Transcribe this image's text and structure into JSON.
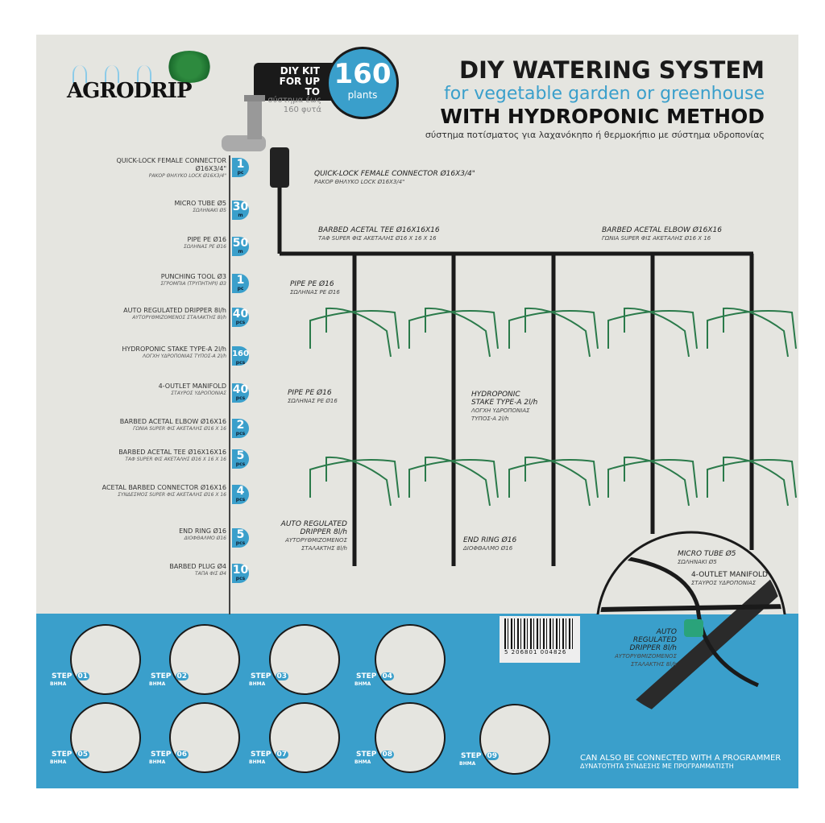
{
  "brand": "AGRODRIP",
  "kit": {
    "label": "DIY KIT FOR UP TO",
    "number": "160",
    "unit": "plants",
    "greek": "σύστημα έως 160 φυτά"
  },
  "title": {
    "line1": "DIY WATERING SYSTEM",
    "line2": "for vegetable garden or greenhouse",
    "line3": "WITH HYDROPONIC METHOD",
    "greek": "σύστημα ποτίσματος για λαχανόκηπο ή θερμοκήπιο με σύστημα υδροπονίας"
  },
  "items": [
    {
      "name": "QUICK-LOCK FEMALE CONNECTOR Ø16X3/4\"",
      "greek": "ΡΑΚΟΡ ΘΗΛΥΚΟ LOCK Ø16X3/4\"",
      "qty": "1",
      "unit": "pc"
    },
    {
      "name": "MICRO TUBE Ø5",
      "greek": "ΣΩΛΗΝΑΚΙ Ø5",
      "qty": "30",
      "unit": "m"
    },
    {
      "name": "PIPE PE Ø16",
      "greek": "ΣΩΛΗΝΑΣ PE Ø16",
      "qty": "50",
      "unit": "m"
    },
    {
      "name": "PUNCHING TOOL Ø3",
      "greek": "ΣΓΡΟΜΠΙΑ (ΤΡΥΠΗΤΗΡΙ) Ø3",
      "qty": "1",
      "unit": "pc"
    },
    {
      "name": "AUTO REGULATED DRIPPER 8l/h",
      "greek": "ΑΥΤΟΡΥΘΜΙΖΟΜΕΝΟΣ ΣΤΑΛΑΚΤΗΣ 8l/h",
      "qty": "40",
      "unit": "pcs"
    },
    {
      "name": "HYDROPONIC STAKE TYPE-A 2l/h",
      "greek": "ΛΟΓΧΗ ΥΔΡΟΠΟΝΙΑΣ ΤΥΠΟΣ-Α 2l/h",
      "qty": "160",
      "unit": "pcs"
    },
    {
      "name": "4-OUTLET MANIFOLD",
      "greek": "ΣΤΑΥΡΟΣ ΥΔΡΟΠΟΝΙΑΣ",
      "qty": "40",
      "unit": "pcs"
    },
    {
      "name": "BARBED ACETAL ELBOW Ø16X16",
      "greek": "ΓΩΝΙΑ SUPER ΦΙΣ ΑΚΕΤΑΛΗΣ Ø16 X 16",
      "qty": "2",
      "unit": "pcs"
    },
    {
      "name": "BARBED ACETAL TEE Ø16X16X16",
      "greek": "ΤΑΦ SUPER ΦΙΣ ΑΚΕΤΑΛΗΣ Ø16 X 16 X 16",
      "qty": "5",
      "unit": "pcs"
    },
    {
      "name": "ACETAL BARBED CONNECTOR Ø16X16",
      "greek": "ΣΥΝΔΕΣΜΟΣ SUPER ΦΙΣ ΑΚΕΤΑΛΗΣ Ø16 X 16",
      "qty": "4",
      "unit": "pcs"
    },
    {
      "name": "END RING Ø16",
      "greek": "ΔΙΟΦΘΑΛΜΟ Ø16",
      "qty": "5",
      "unit": "pcs"
    },
    {
      "name": "BARBED PLUG Ø4",
      "greek": "ΤΑΠΑ ΦΙΣ Ø4",
      "qty": "10",
      "unit": "pcs"
    }
  ],
  "diagram": {
    "connector": {
      "name": "QUICK-LOCK FEMALE CONNECTOR Ø16X3/4\"",
      "greek": "ΡΑΚΟΡ ΘΗΛΥΚΟ LOCK Ø16X3/4\""
    },
    "tee": {
      "name": "BARBED ACETAL TEE Ø16X16X16",
      "greek": "ΤΑΦ SUPER ΦΙΣ ΑΚΕΤΑΛΗΣ Ø16 X 16 X 16"
    },
    "elbow": {
      "name": "BARBED ACETAL ELBOW Ø16X16",
      "greek": "ΓΩΝΙΑ SUPER ΦΙΣ ΑΚΕΤΑΛΗΣ Ø16 X 16"
    },
    "pipe1": {
      "name": "PIPE PE Ø16",
      "greek": "ΣΩΛΗΝΑΣ PE Ø16"
    },
    "pipe2": {
      "name": "PIPE PE Ø16",
      "greek": "ΣΩΛΗΝΑΣ PE Ø16"
    },
    "stake": {
      "name": "HYDROPONIC STAKE TYPE-A 2l/h",
      "greek": "ΛΟΓΧΗ ΥΔΡΟΠΟΝΙΑΣ ΤΥΠΟΣ-Α 2l/h"
    },
    "dripper": {
      "name": "AUTO REGULATED DRIPPER 8l/h",
      "greek": "ΑΥΤΟΡΥΘΜΙΖΟΜΕΝΟΣ ΣΤΑΛΑΚΤΗΣ 8l/h"
    },
    "endring": {
      "name": "END RING Ø16",
      "greek": "ΔΙΟΦΘΑΛΜΟ Ø16"
    }
  },
  "detail": {
    "microtube": {
      "name": "MICRO TUBE Ø5",
      "greek": "ΣΩΛΗΝΑΚΙ Ø5"
    },
    "manifold": {
      "name": "4-OUTLET MANIFOLD",
      "greek": "ΣΤΑΥΡΟΣ ΥΔΡΟΠΟΝΙΑΣ"
    },
    "dripper": {
      "name": "AUTO REGULATED DRIPPER 8l/h",
      "greek": "ΑΥΤΟΡΥΘΜΙΖΟΜΕΝΟΣ ΣΤΑΛΑΚΤΗΣ 8l/h"
    }
  },
  "barcode": "5 206801 004826",
  "steps": {
    "label": "STEP",
    "greek": "ΒΗΜΑ",
    "numbers": [
      "01",
      "02",
      "03",
      "04",
      "05",
      "06",
      "07",
      "08",
      "09"
    ]
  },
  "programmer": {
    "text": "CAN ALSO BE CONNECTED WITH A PROGRAMMER",
    "greek": "ΔΥΝΑΤΟΤΗΤΑ ΣΥΝΔΕΣΗΣ ΜΕ ΠΡΟΓΡΑΜΜΑΤΙΣΤΗ"
  },
  "colors": {
    "blue": "#3a9fcb",
    "background": "#e5e5e0",
    "pipe": "#1a1a1a",
    "green": "#2a8a4a"
  }
}
